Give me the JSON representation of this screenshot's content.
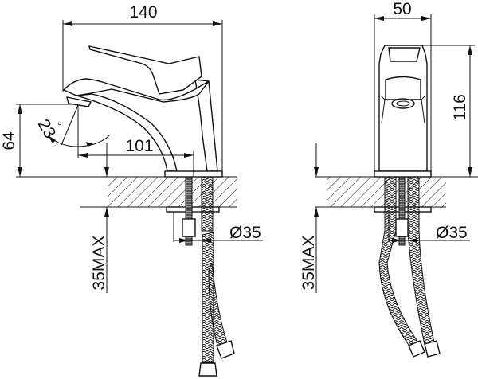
{
  "side_view": {
    "width_label": "140",
    "height_label": "64",
    "reach_label": "101",
    "angle_label": "23",
    "degree_symbol": "°",
    "counter_label": "35MAX",
    "hole_label": "Ø35"
  },
  "front_view": {
    "width_label": "50",
    "height_label": "116",
    "counter_label": "35MAX",
    "hole_label": "Ø35"
  },
  "colors": {
    "line": "#111111",
    "background": "#ffffff"
  }
}
